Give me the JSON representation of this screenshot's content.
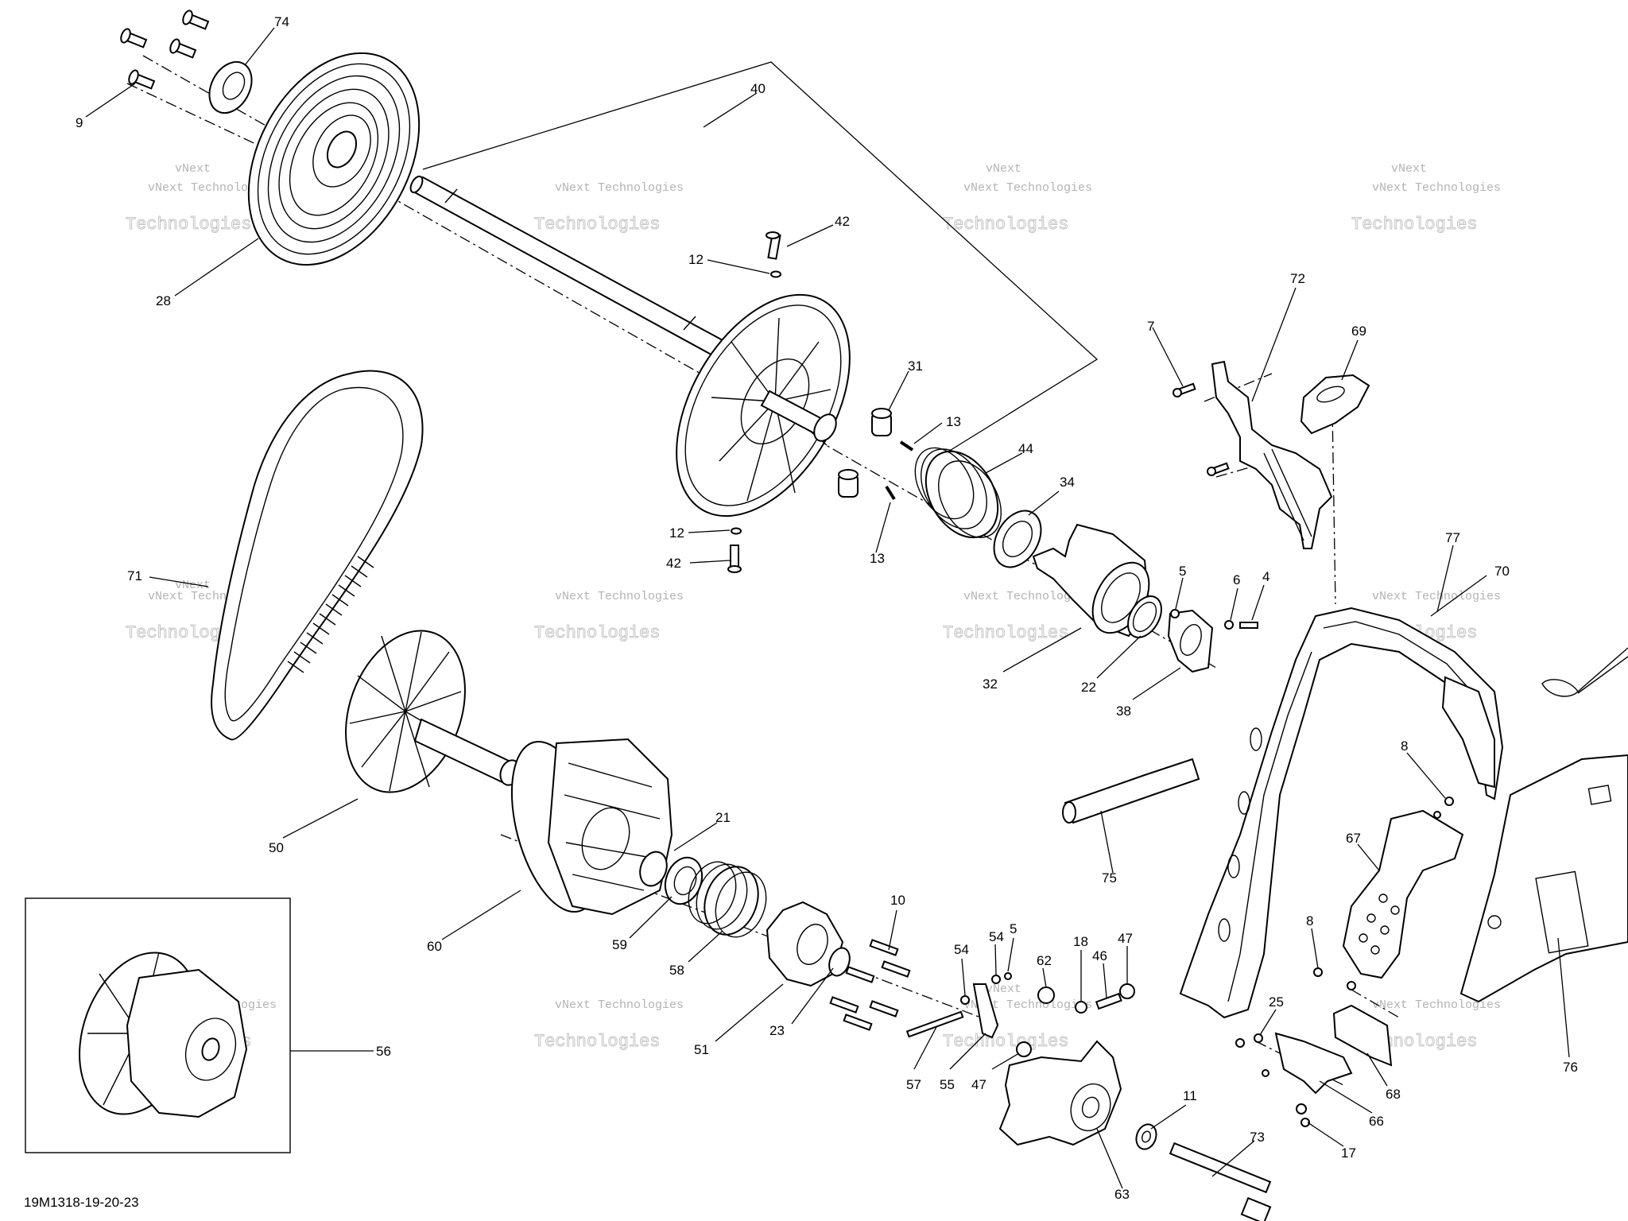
{
  "drawing_ref": "19M1318-19-20-23",
  "watermark": {
    "line1": "vNext Technologies",
    "line2": "Technologies",
    "fragment": "vNext"
  },
  "callouts": [
    {
      "label": "74"
    },
    {
      "label": "9"
    },
    {
      "label": "28"
    },
    {
      "label": "40"
    },
    {
      "label": "42"
    },
    {
      "label": "12"
    },
    {
      "label": "31"
    },
    {
      "label": "13"
    },
    {
      "label": "44"
    },
    {
      "label": "34"
    },
    {
      "label": "12"
    },
    {
      "label": "42"
    },
    {
      "label": "13"
    },
    {
      "label": "5"
    },
    {
      "label": "6"
    },
    {
      "label": "4"
    },
    {
      "label": "32"
    },
    {
      "label": "22"
    },
    {
      "label": "38"
    },
    {
      "label": "7"
    },
    {
      "label": "72"
    },
    {
      "label": "69"
    },
    {
      "label": "77"
    },
    {
      "label": "70"
    },
    {
      "label": "71"
    },
    {
      "label": "50"
    },
    {
      "label": "21"
    },
    {
      "label": "60"
    },
    {
      "label": "59"
    },
    {
      "label": "58"
    },
    {
      "label": "51"
    },
    {
      "label": "23"
    },
    {
      "label": "10"
    },
    {
      "label": "57"
    },
    {
      "label": "54"
    },
    {
      "label": "54"
    },
    {
      "label": "5"
    },
    {
      "label": "55"
    },
    {
      "label": "62"
    },
    {
      "label": "18"
    },
    {
      "label": "46"
    },
    {
      "label": "47"
    },
    {
      "label": "47"
    },
    {
      "label": "63"
    },
    {
      "label": "11"
    },
    {
      "label": "73"
    },
    {
      "label": "75"
    },
    {
      "label": "8"
    },
    {
      "label": "67"
    },
    {
      "label": "8"
    },
    {
      "label": "25"
    },
    {
      "label": "68"
    },
    {
      "label": "66"
    },
    {
      "label": "17"
    },
    {
      "label": "76"
    },
    {
      "label": "56"
    }
  ]
}
